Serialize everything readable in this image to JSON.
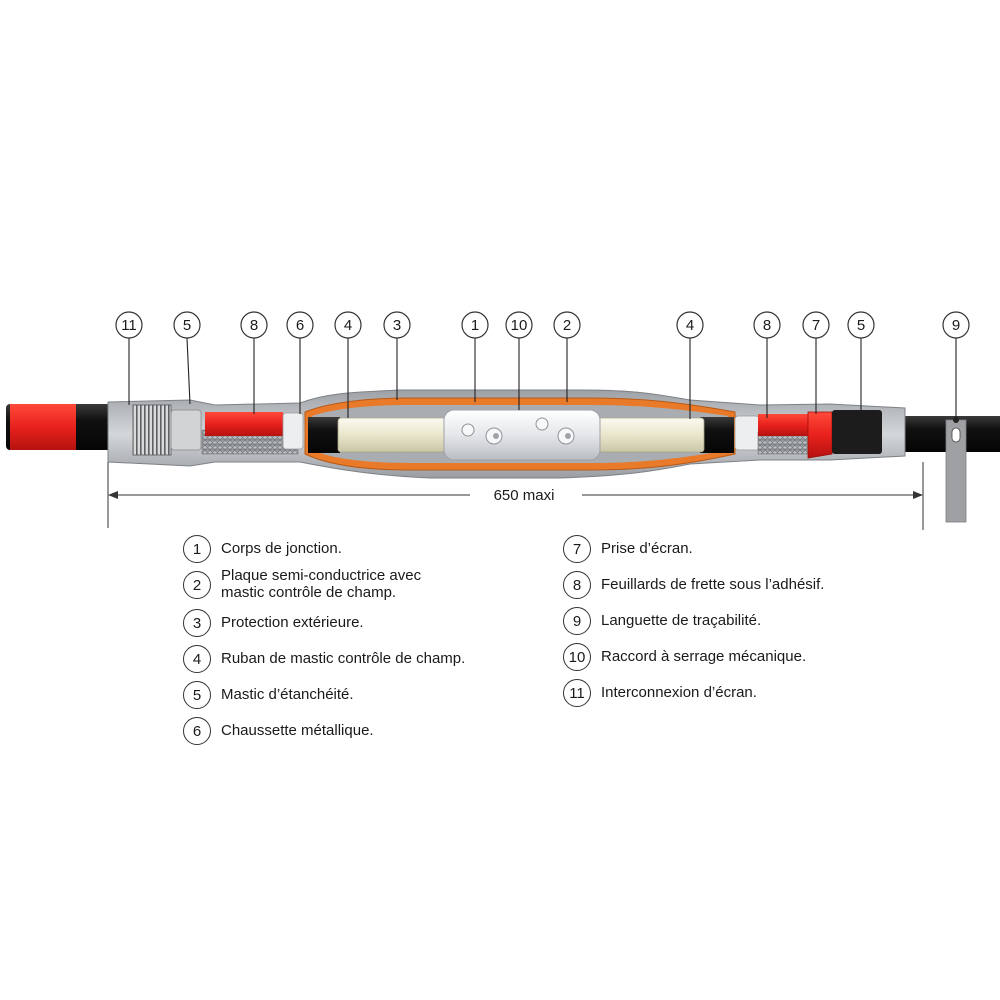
{
  "callouts": [
    {
      "num": "11"
    },
    {
      "num": "5"
    },
    {
      "num": "8"
    },
    {
      "num": "6"
    },
    {
      "num": "4"
    },
    {
      "num": "3"
    },
    {
      "num": "1"
    },
    {
      "num": "10"
    },
    {
      "num": "2"
    },
    {
      "num": "4"
    },
    {
      "num": "8"
    },
    {
      "num": "7"
    },
    {
      "num": "5"
    },
    {
      "num": "9"
    }
  ],
  "dimension": {
    "label": "650 maxi"
  },
  "legend_left": [
    {
      "num": "1",
      "label": "Corps de jonction."
    },
    {
      "num": "2",
      "label": "Plaque semi-conductrice avec\nmastic contrôle de champ."
    },
    {
      "num": "3",
      "label": "Protection extérieure."
    },
    {
      "num": "4",
      "label": "Ruban de mastic contrôle de champ."
    },
    {
      "num": "5",
      "label": "Mastic d’étanchéité."
    },
    {
      "num": "6",
      "label": "Chaussette métallique."
    }
  ],
  "legend_right": [
    {
      "num": "7",
      "label": "Prise d’écran."
    },
    {
      "num": "8",
      "label": "Feuillards de frette sous l’adhésif."
    },
    {
      "num": "9",
      "label": "Languette de traçabilité."
    },
    {
      "num": "10",
      "label": "Raccord à serrage mécanique."
    },
    {
      "num": "11",
      "label": "Interconnexion d’écran."
    }
  ],
  "colors": {
    "cable_black": "#1b1b1b",
    "red": "#e8211d",
    "orange": "#e87a2a",
    "housing_gray": "#b9bcc0",
    "insulation_cream": "#ece9d2",
    "connector_silver": "#e3e5e8"
  }
}
